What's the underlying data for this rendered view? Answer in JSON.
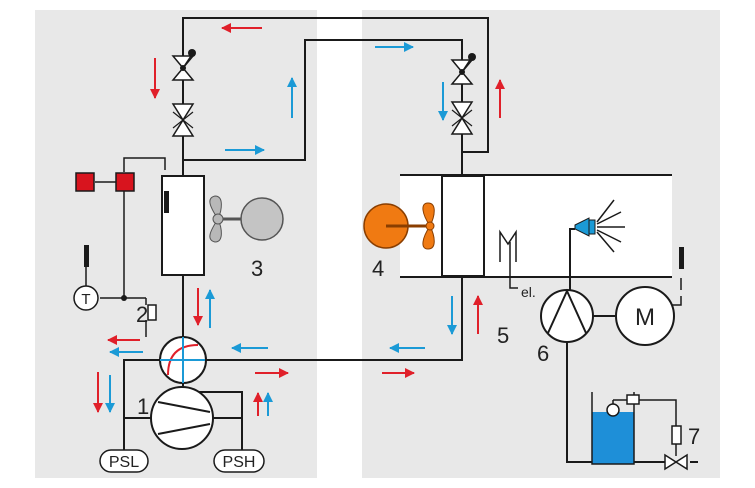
{
  "diagram": {
    "labels": {
      "compressor": "1",
      "reversing_valve_switch": "2",
      "outdoor_coil": "3",
      "indoor_fan": "4",
      "condensate_pan": "5",
      "water_pump": "6",
      "solenoid_valve": "7",
      "low_pressure_switch": "PSL",
      "high_pressure_switch": "PSH",
      "thermostat": "T",
      "motor": "M",
      "heater": "el."
    },
    "colors": {
      "background_panel": "#e8e8e8",
      "pipe": "#1a1a1a",
      "arrow_heating": "#e0202a",
      "arrow_cooling": "#1b9ad6",
      "fan_outdoor": "#b8b8b8",
      "fan_indoor": "#f07a12",
      "control_box": "#d8141e",
      "water": "#1e8fd8",
      "nozzle": "#1b9ad6"
    }
  }
}
